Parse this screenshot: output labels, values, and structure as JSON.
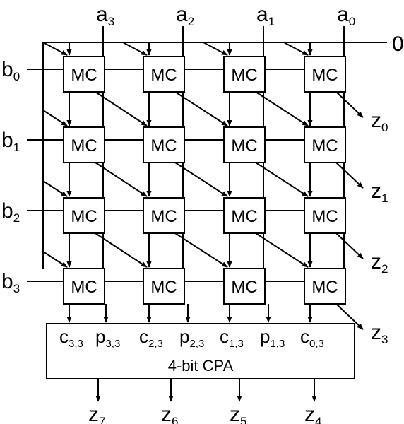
{
  "inputs_a": [
    {
      "base": "a",
      "sub": "3"
    },
    {
      "base": "a",
      "sub": "2"
    },
    {
      "base": "a",
      "sub": "1"
    },
    {
      "base": "a",
      "sub": "0"
    }
  ],
  "inputs_b": [
    {
      "base": "b",
      "sub": "0"
    },
    {
      "base": "b",
      "sub": "1"
    },
    {
      "base": "b",
      "sub": "2"
    },
    {
      "base": "b",
      "sub": "3"
    }
  ],
  "zero_label": "0",
  "cell_label": "MC",
  "outputs_right": [
    {
      "base": "z",
      "sub": "0"
    },
    {
      "base": "z",
      "sub": "1"
    },
    {
      "base": "z",
      "sub": "2"
    },
    {
      "base": "z",
      "sub": "3"
    }
  ],
  "cpa": {
    "label": "4-bit CPA",
    "ports": [
      {
        "base": "c",
        "sub": "3,3"
      },
      {
        "base": "p",
        "sub": "3,3"
      },
      {
        "base": "c",
        "sub": "2,3"
      },
      {
        "base": "p",
        "sub": "2,3"
      },
      {
        "base": "c",
        "sub": "1,3"
      },
      {
        "base": "p",
        "sub": "1,3"
      },
      {
        "base": "c",
        "sub": "0,3"
      }
    ]
  },
  "outputs_bottom": [
    {
      "base": "z",
      "sub": "7"
    },
    {
      "base": "z",
      "sub": "6"
    },
    {
      "base": "z",
      "sub": "5"
    },
    {
      "base": "z",
      "sub": "4"
    }
  ]
}
